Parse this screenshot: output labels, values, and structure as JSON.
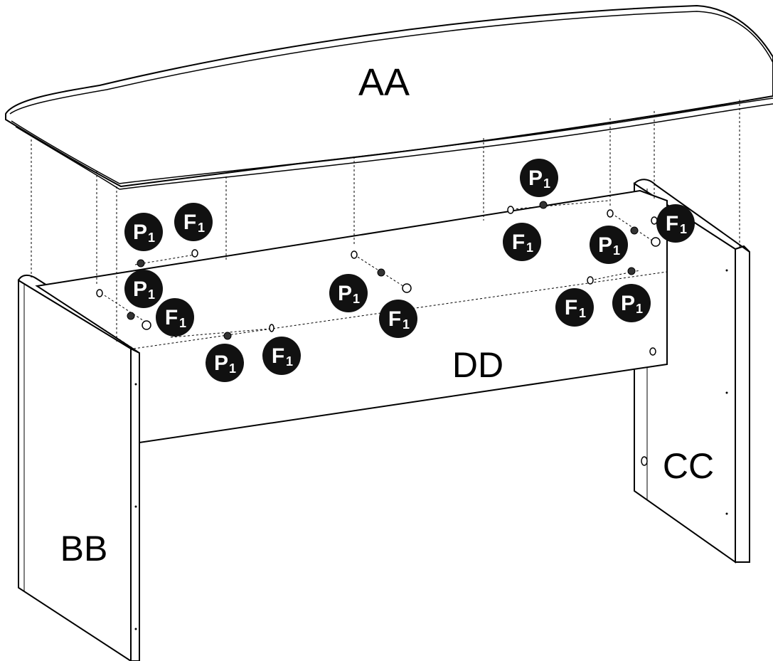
{
  "parts": {
    "top": "AA",
    "left_panel": "BB",
    "right_panel": "CC",
    "back_panel": "DD"
  },
  "hardware": {
    "cam_letter": "P",
    "cam_number": "1",
    "screw_letter": "F",
    "screw_number": "1"
  },
  "colors": {
    "line": "#000000",
    "badge": "#111111",
    "badge_text": "#ffffff"
  }
}
